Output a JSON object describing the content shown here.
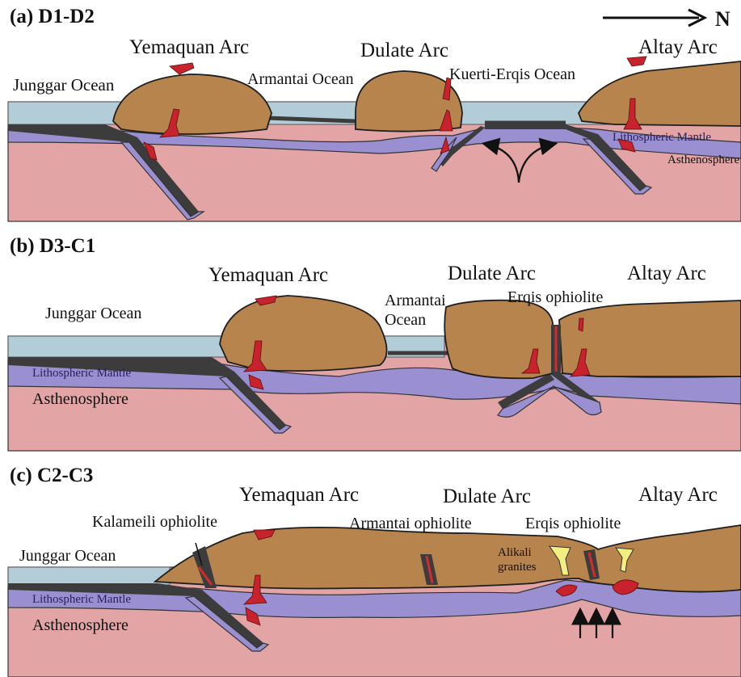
{
  "north_label": "N",
  "panels": [
    {
      "title": "(a) D1-D2",
      "labels": {
        "junggar_ocean": "Junggar Ocean",
        "yemaquan_arc": "Yemaquan Arc",
        "armantai_ocean": "Armantai Ocean",
        "dulate_arc": "Dulate  Arc",
        "kuerti_erqis_ocean": "Kuerti-Erqis Ocean",
        "altay_arc": "Altay Arc",
        "lithospheric_mantle": "Lithospheric Mantle",
        "asthenosphere": "Asthenosphere"
      }
    },
    {
      "title": "(b) D3-C1",
      "labels": {
        "junggar_ocean": "Junggar Ocean",
        "yemaquan_arc": "Yemaquan Arc",
        "armantai_line1": "Armantai",
        "armantai_line2": "Ocean",
        "dulate_arc": "Dulate  Arc",
        "erqis_ophiolite": "Erqis ophiolite",
        "altay_arc": "Altay Arc",
        "lithospheric_mantle": "Lithospheric Mantle",
        "asthenosphere": "Asthenosphere"
      }
    },
    {
      "title": "(c) C2-C3",
      "labels": {
        "kalameili_ophiolite": "Kalameili ophiolite",
        "yemaquan_arc": "Yemaquan Arc",
        "armantai_ophiolite": "Armantai ophiolite",
        "dulate_arc": "Dulate  Arc",
        "erqis_ophiolite": "Erqis ophiolite",
        "altay_arc": "Altay Arc",
        "junggar_ocean": "Junggar Ocean",
        "alikali_line1": "Alikali",
        "alikali_line2": "granites",
        "lithospheric_mantle": "Lithospheric Mantle",
        "asthenosphere": "Asthenosphere"
      }
    }
  ]
}
